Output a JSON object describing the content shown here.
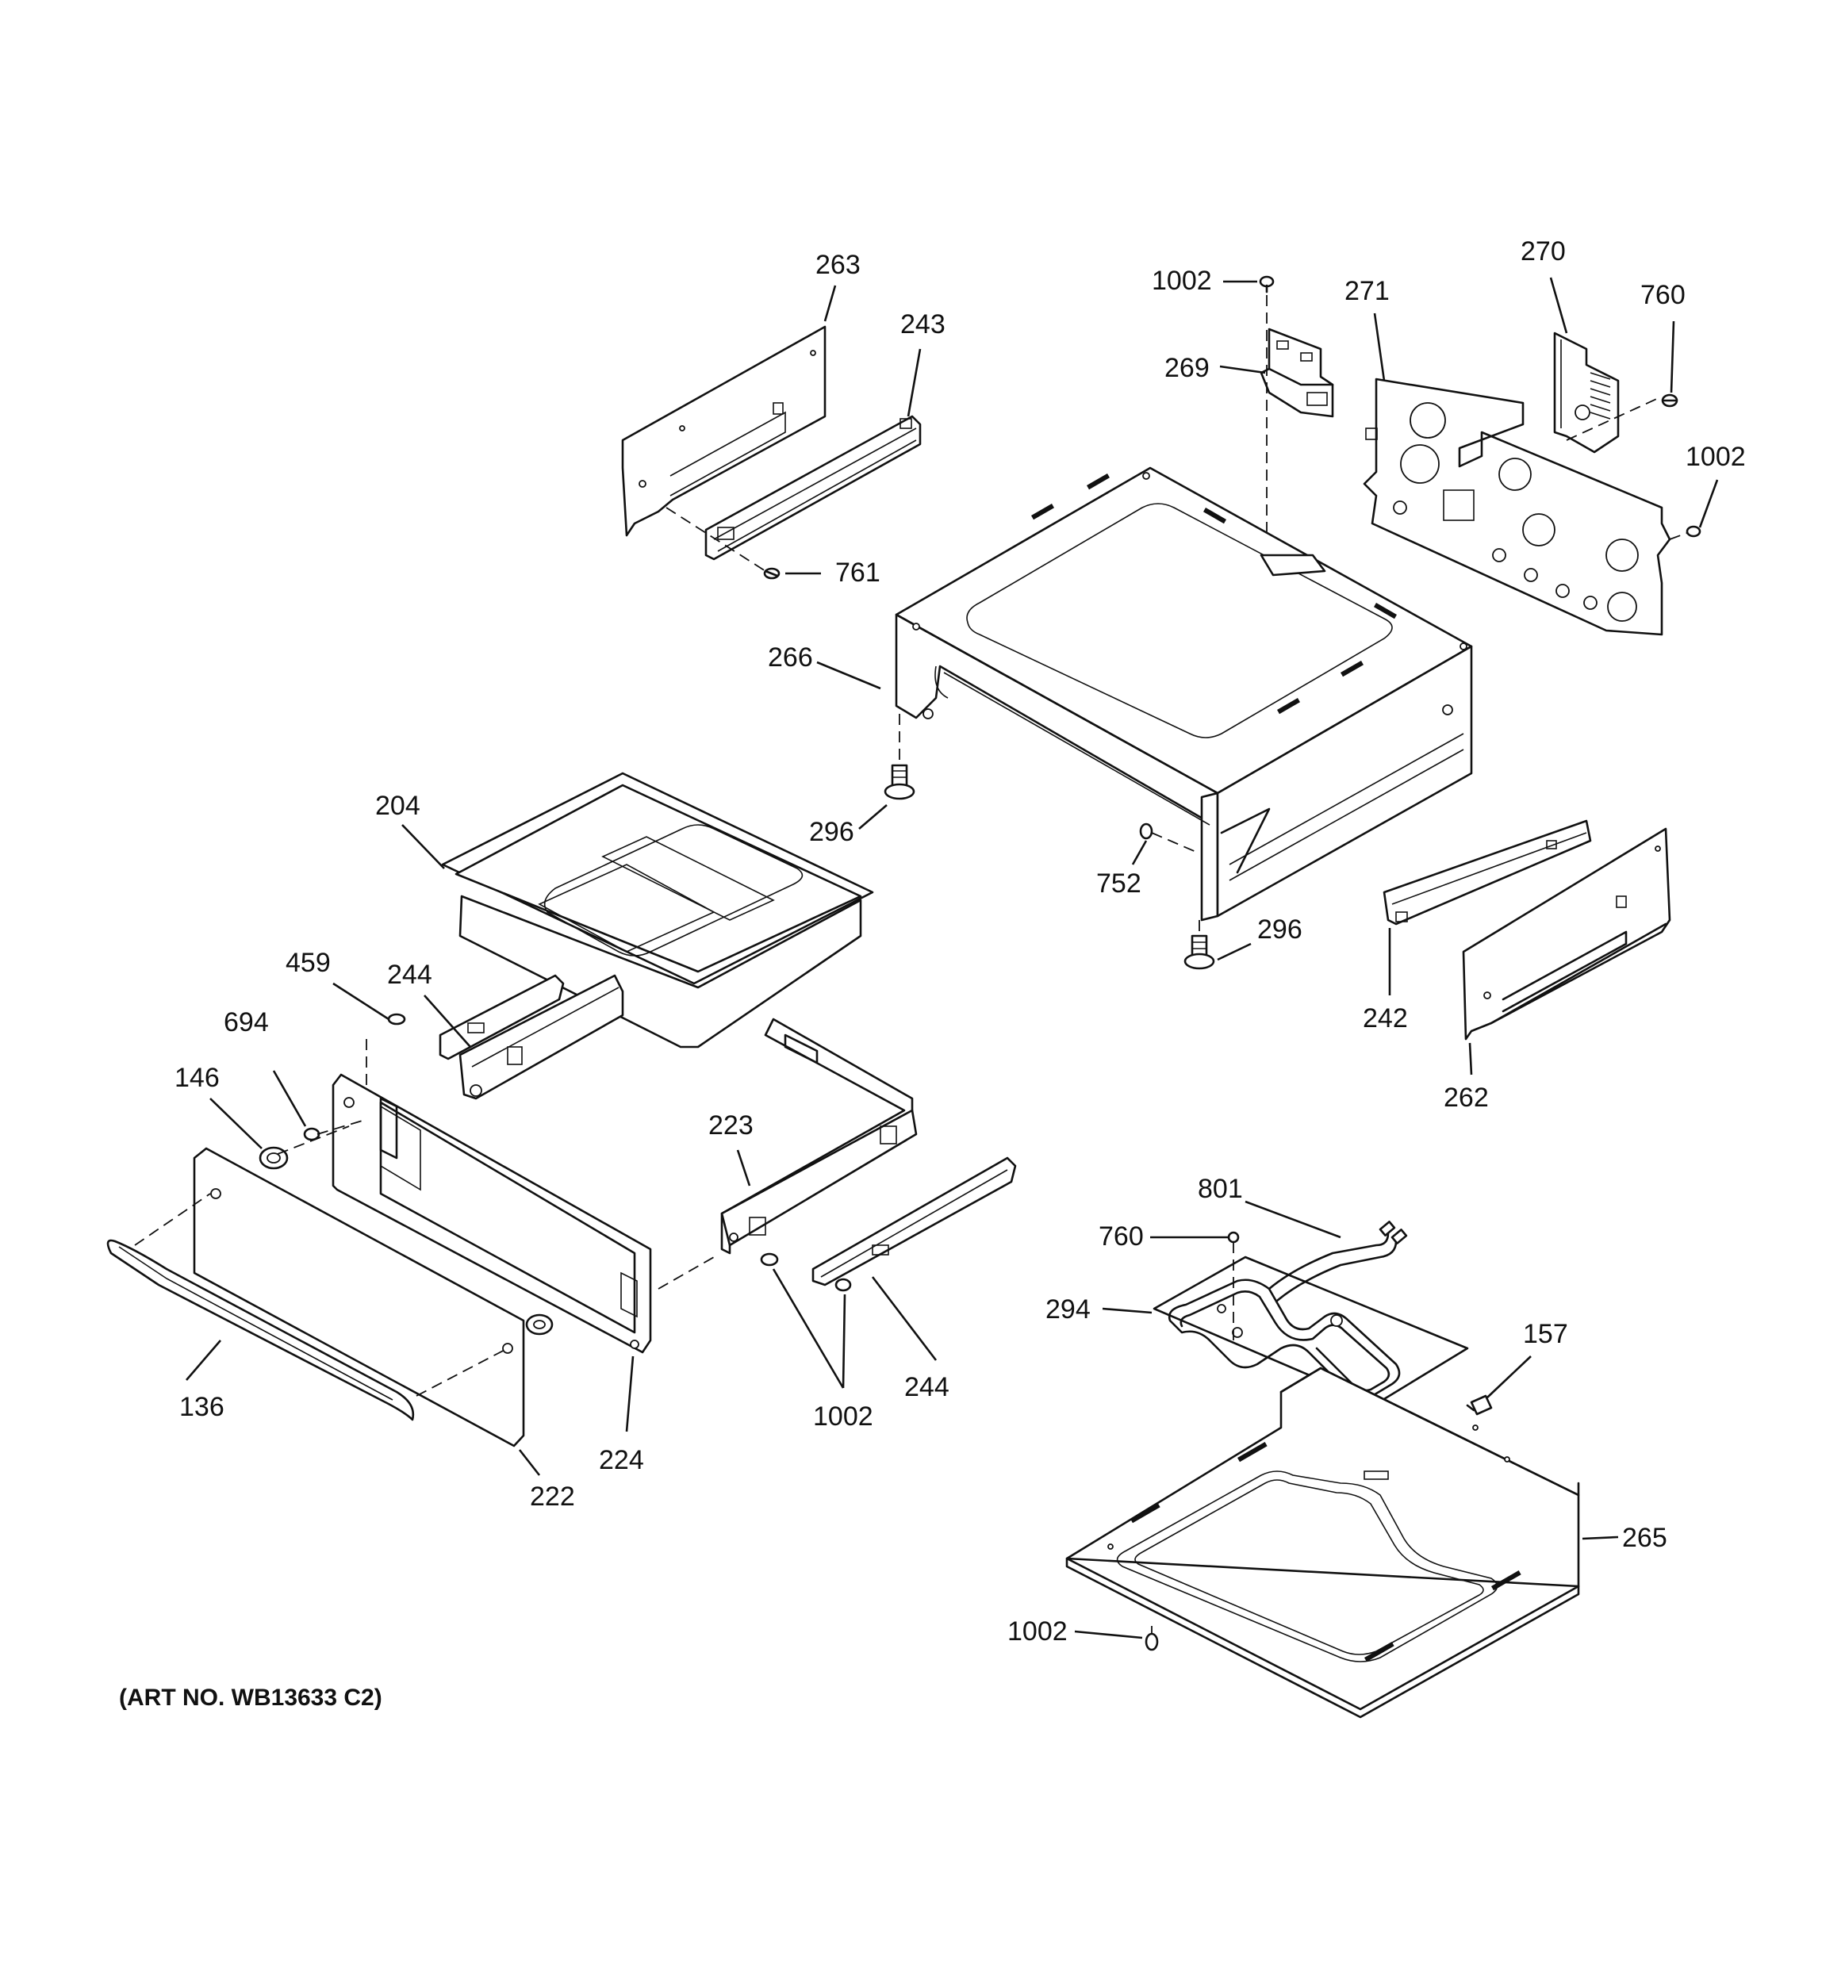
{
  "art_number": "(ART NO. WB13633 C2)",
  "callouts": {
    "c263": "263",
    "c243": "243",
    "c761": "761",
    "c1002_top": "1002",
    "c269": "269",
    "c271": "271",
    "c270": "270",
    "c760_top": "760",
    "c1002_right": "1002",
    "c266": "266",
    "c204": "204",
    "c296_left": "296",
    "c752": "752",
    "c296_right": "296",
    "c244_upper": "244",
    "c459": "459",
    "c694": "694",
    "c146": "146",
    "c242": "242",
    "c262": "262",
    "c223": "223",
    "c801": "801",
    "c760_bottom": "760",
    "c294": "294",
    "c157": "157",
    "c136": "136",
    "c222": "222",
    "c224": "224",
    "c1002_bottom_mid": "1002",
    "c244_lower": "244",
    "c265": "265",
    "c1002_bottom": "1002"
  }
}
